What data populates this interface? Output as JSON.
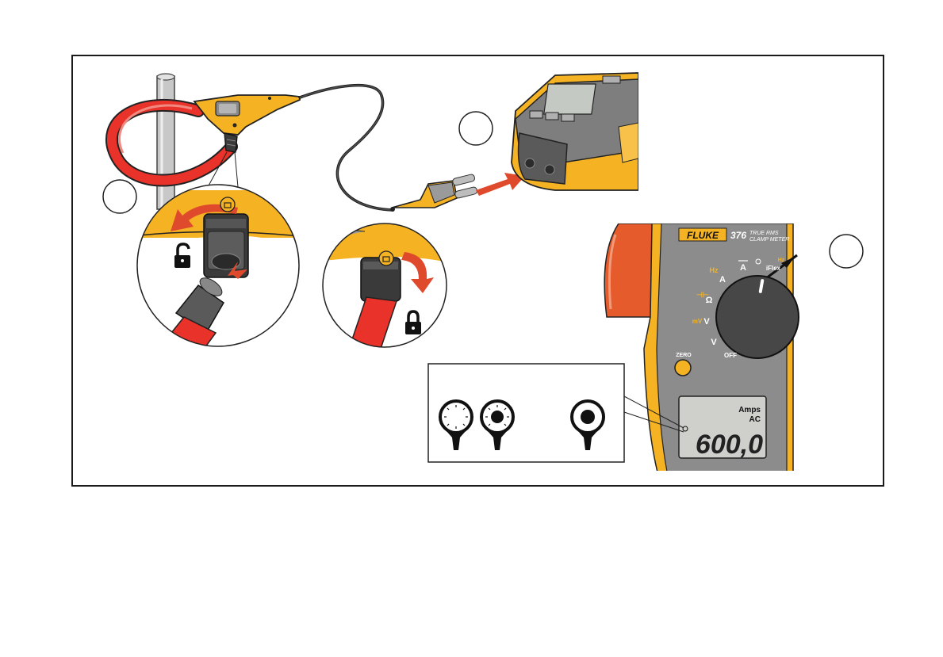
{
  "meter": {
    "brand": "FLUKE",
    "model": "376",
    "subtitle_line1": "TRUE RMS",
    "subtitle_line2": "CLAMP METER",
    "dial": {
      "hz_a": "Hz",
      "a_ac": "A",
      "a_dc": "A",
      "iflex": "iFlex",
      "iflex_hz": "Hz",
      "cap_ohm": "Ω",
      "mv": "mV",
      "v_dc": "V",
      "v_ac": "V",
      "off": "OFF"
    },
    "zero_button": "ZERO",
    "lcd": {
      "units": "Amps",
      "mode": "AC",
      "reading": "600,0"
    }
  },
  "colors": {
    "fluke_yellow": "#f5b324",
    "flex_red": "#e8322a",
    "meter_gray": "#8c8c8c",
    "lcd": "#cfd0cc",
    "arrow_red": "#e04a2c"
  },
  "icons": [
    "unlock-icon",
    "lock-icon",
    "rotate-arrow-icon",
    "insert-arrow-icon",
    "iflex-probe-icon"
  ]
}
